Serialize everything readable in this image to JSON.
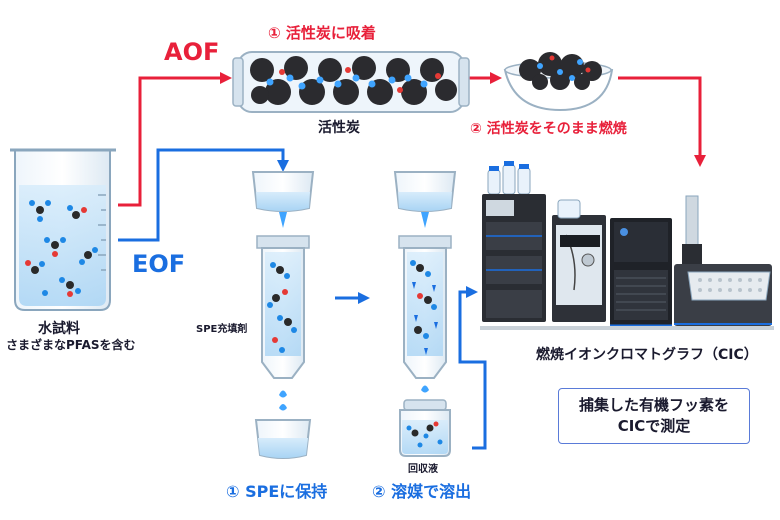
{
  "colors": {
    "aof": "#e8203a",
    "eof": "#1a6ee0",
    "text": "#1a1a2e",
    "box_border": "#5a7bd8"
  },
  "labels": {
    "aof": "AOF",
    "eof": "EOF",
    "step_adsorb": "① 活性炭に吸着",
    "activated_carbon": "活性炭",
    "step_burn": "② 活性炭をそのまま燃焼",
    "water_sample": "水試料",
    "water_sample_sub": "さまざまなPFASを含む",
    "spe_sorbent": "SPE充填剤",
    "recovery_liquid": "回収液",
    "step_spe": "① SPEに保持",
    "step_elute": "② 溶媒で溶出",
    "cic_title": "燃焼イオンクロマトグラフ（CIC）",
    "result_line1": "捕集した有機フッ素を",
    "result_line2": "CICで測定"
  }
}
